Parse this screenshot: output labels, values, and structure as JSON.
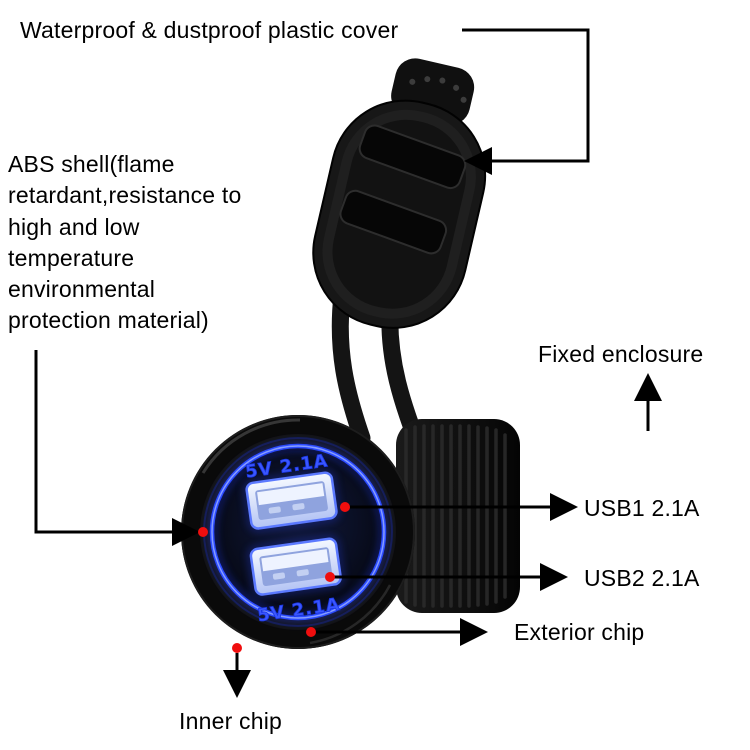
{
  "labels": {
    "waterproof_cover": "Waterproof & dustproof plastic cover",
    "abs_shell": "ABS shell(flame\nretardant,resistance to\nhigh and low\ntemperature\nenvironmental\nprotection material)",
    "fixed_enclosure": "Fixed enclosure",
    "usb1": "USB1 2.1A",
    "usb2": "USB2 2.1A",
    "exterior_chip": "Exterior chip",
    "inner_chip": "Inner chip"
  },
  "product": {
    "led_text_top": "5V 2.1A",
    "led_text_bottom": "5V 2.1A",
    "colors": {
      "led_blue": "#2b4bff",
      "body_black": "#0d0d0d",
      "annotation_line": "#000000",
      "anchor_dot_red": "#f00e0e",
      "background": "#ffffff"
    }
  }
}
